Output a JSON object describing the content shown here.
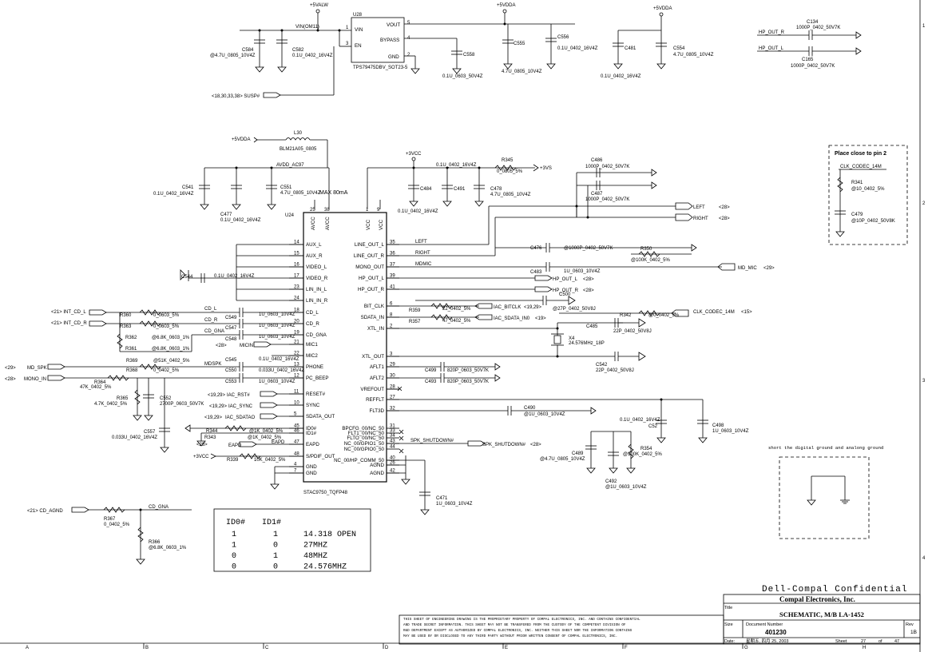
{
  "regulator": {
    "ref": "U28",
    "part": "TPS79475DBV_SOT23-5",
    "pins": [
      "VIN",
      "EN",
      "VOUT",
      "BYPASS",
      "GND"
    ],
    "pin_numbers": [
      "1",
      "3",
      "5",
      "4",
      "2"
    ],
    "vin_net": "+5VALW",
    "vin_label": "VIN(OM11)",
    "vout_net": "+5VDDA",
    "susp_label": "<18,30,33,38>  SUSP#"
  },
  "top_caps": [
    {
      "ref": "C584",
      "value": "@4.7U_0805_10V4Z"
    },
    {
      "ref": "C582",
      "value": "0.1U_0402_16V4Z"
    },
    {
      "ref": "C558",
      "value": "0.1U_0603_50V4Z"
    },
    {
      "ref": "C555",
      "value": "4.7U_0805_10V4Z"
    },
    {
      "ref": "C556",
      "value": "0.1U_0402_16V4Z"
    },
    {
      "ref": "C481",
      "value": "0.1U_0402_16V4Z"
    },
    {
      "ref": "C554",
      "value": "4.7U_0805_10V4Z"
    }
  ],
  "hp_caps": [
    {
      "net": "HP_OUT_R",
      "ref": "C134",
      "value": "1000P_0402_50V7K"
    },
    {
      "net": "HP_OUT_L",
      "ref": "C165",
      "value": "1000P_0402_50V7K"
    }
  ],
  "filter": {
    "net_in": "+5VDDA",
    "ref": "L30",
    "part": "BLM21A05_0805",
    "net_out": "AVDD_AC97",
    "c541": "C541",
    "c541_val": "0.1U_0402_16V4Z",
    "c477": "C477",
    "c477_val": "0.1U_0402_16V4Z",
    "c551": "C551",
    "c551_val": "4.7U_0805_10V4Z",
    "max_note": "MAX 80mA"
  },
  "vcc_block": {
    "net": "+3VCC",
    "r345": "R345",
    "r345_val": "0_0805_5%",
    "net_out": "+3VS",
    "c_top_val": "0.1U_0402_16V4Z",
    "c484": "C484",
    "c491": "C491",
    "c478": "C478",
    "c478_val": "4.7U_0805_10V4Z",
    "c_bot_val": "0.1U_0402_16V4Z",
    "c486": "C486",
    "c486_val": "1000P_0402_50V7K",
    "c487": "C487",
    "c487_val": "1000P_0402_50V7K"
  },
  "codec": {
    "ref": "U24",
    "part": "STAC9750_TQFP48",
    "top_pins": [
      "AVCC",
      "AVCC",
      "VCC",
      "VCC"
    ],
    "top_pin_numbers": [
      "25",
      "38",
      "1",
      "9"
    ],
    "left_pins": [
      {
        "num": "14",
        "name": "AUX_L"
      },
      {
        "num": "15",
        "name": "AUX_R"
      },
      {
        "num": "16",
        "name": "VIDEO_L"
      },
      {
        "num": "17",
        "name": "VIDEO_R"
      },
      {
        "num": "23",
        "name": "LIN_IN_L"
      },
      {
        "num": "24",
        "name": "LIN_IN_R"
      },
      {
        "num": "18",
        "name": "CD_L"
      },
      {
        "num": "20",
        "name": "CD_R"
      },
      {
        "num": "19",
        "name": "CD_GNA"
      },
      {
        "num": "21",
        "name": "MIC1"
      },
      {
        "num": "22",
        "name": "MIC2"
      },
      {
        "num": "13",
        "name": "PHONE"
      },
      {
        "num": "12",
        "name": "PC_BEEP"
      },
      {
        "num": "11",
        "name": "RESET#"
      },
      {
        "num": "10",
        "name": "SYNC"
      },
      {
        "num": "5",
        "name": "SDATA_OUT"
      },
      {
        "num": "45",
        "name": "ID0#"
      },
      {
        "num": "46",
        "name": "ID1#"
      },
      {
        "num": "47",
        "name": "EAPD"
      },
      {
        "num": "48",
        "name": "S/PDIF_OUT"
      },
      {
        "num": "4",
        "name": "GND"
      },
      {
        "num": "7",
        "name": "GND"
      }
    ],
    "right_pins": [
      {
        "num": "35",
        "name": "LINE_OUT_L"
      },
      {
        "num": "36",
        "name": "LINE_OUT_R"
      },
      {
        "num": "37",
        "name": "MONO_OUT"
      },
      {
        "num": "39",
        "name": "HP_OUT_L"
      },
      {
        "num": "41",
        "name": "HP_OUT_R"
      },
      {
        "num": "6",
        "name": "BIT_CLK"
      },
      {
        "num": "8",
        "name": "SDATA_IN"
      },
      {
        "num": "2",
        "name": "XTL_IN"
      },
      {
        "num": "3",
        "name": "XTL_OUT"
      },
      {
        "num": "29",
        "name": "AFLT1"
      },
      {
        "num": "30",
        "name": "AFLT2"
      },
      {
        "num": "28",
        "name": "VREFOUT"
      },
      {
        "num": "27",
        "name": "REFFLT"
      },
      {
        "num": "32",
        "name": "FLT3D"
      },
      {
        "num": "31",
        "name": "BPCFG_00/NC_50"
      },
      {
        "num": "33",
        "name": "FLT1_00/NC_50"
      },
      {
        "num": "34",
        "name": "FLTO_00/NC_50"
      },
      {
        "num": "43",
        "name": "NC_00/GPIO1_50"
      },
      {
        "num": "44",
        "name": "NC_00/GPIO0_50"
      },
      {
        "num": "40",
        "name": "NC_00/HP_COMM_50"
      },
      {
        "num": "26",
        "name": "AGND"
      },
      {
        "num": "42",
        "name": "AGND"
      }
    ]
  },
  "left_nets": {
    "cd_l": "CD_L",
    "cd_r": "CD_R",
    "cd_gna": "CD_GNA",
    "int_cd_l": "<21>  INT_CD_L",
    "int_cd_r": "<21>  INT_CD_R",
    "r360": "R360",
    "r360_val": "0_0603_5%",
    "r363": "R363",
    "r363_val": "0_0603_5%",
    "r362": "R362",
    "r362_val": "@6.8K_0603_1%",
    "r361": "R361",
    "r361_val": "@6.8K_0603_1%",
    "c549": "C549",
    "c549_val": "1U_0603_10V4Z",
    "c547": "C547",
    "c547_val": "1U_0603_10V4Z",
    "c548": "C548",
    "c548_val": "1U_0603_10V4Z",
    "micin": "MICIN",
    "micin_ref": "<28>",
    "c544": "C544",
    "c544_val": "0.1U_0402_16V4Z",
    "r369": "R369",
    "r369_val": "@51K_0402_5%",
    "r368": "R368",
    "r368_val": "0_0402_5%",
    "md_spk": "MD_SPK",
    "md_spk_ref": "<29>",
    "mdspk": "MDSPK",
    "c545": "C545",
    "c545_val": "0.1U_0402_16V4Z",
    "c550": "C550",
    "c550_val": "0.033U_0402_16V4Z",
    "c553": "C553",
    "c553_val": "1U_0603_10V4Z",
    "mono_in": "MONO_IN",
    "mono_in_ref": "<28>",
    "r364": "R364",
    "r364_val": "47K_0402_5%",
    "r365": "R365",
    "r365_val": "4.7K_0402_5%",
    "c552": "C552",
    "c552_val": "2700P_0603_50V7K",
    "c557": "C557",
    "c557_val": "0.033U_0402_16V4Z",
    "iac_rst": "IAC_RST#",
    "iac_rst_ref": "<19,29>",
    "iac_sync": "IAC_SYNC",
    "iac_sync_ref": "<19,29>",
    "iac_sdatao": "IAC_SDATAO",
    "iac_sdatao_ref": "<19,29>",
    "r344": "R344",
    "r344_val": "@1K_0402_5%",
    "r343": "R343",
    "r343_val": "@1K_0402_5%",
    "eapd": "EAPD",
    "eapd_ref": "<28>",
    "vcc3": "+3VCC",
    "r339": "R339",
    "r339_val": "10K_0402_5%"
  },
  "right_nets": {
    "left": "LEFT",
    "right": "RIGHT",
    "mdmic": "MDMIC",
    "left_out": "LEFT",
    "left_ref": "<28>",
    "right_out": "RIGHT",
    "right_ref": "<28>",
    "c476": "C476",
    "c476_val": "@1000P_0402_50V7K",
    "r350": "R350",
    "r350_val": "@100K_0402_5%",
    "c483": "C483",
    "c483_val": "1U_0603_10V4Z",
    "md_mic": "MD_MIC",
    "md_mic_ref": "<29>",
    "hp_l": "HP_OUT_L",
    "hp_l_ref": "<28>",
    "hp_r": "HP_OUT_R",
    "hp_r_ref": "<28>",
    "r359": "R359",
    "r359_val": "22_0402_5%",
    "iac_bitclk": "IAC_BITCLK",
    "iac_bitclk_ref": "<19,29>",
    "r357": "R357",
    "r357_val": "47_0402_5%",
    "iac_sdin": "IAC_SDATA_IN0",
    "iac_sdin_ref": "<19>",
    "c500": "C500",
    "c500_val": "@27P_0402_50V8J",
    "r342": "R342",
    "r342_val": "@0_0402_5%",
    "clk_codec": "CLK_CODEC_14M",
    "clk_codec_ref": "<15>",
    "c485": "C485",
    "c485_val": "22P_0402_50V8J",
    "x4": "X4",
    "x4_val": "24.576MHz_18P",
    "c542": "C542",
    "c542_val": "22P_0402_50V8J",
    "c499": "C499",
    "c499_val": "820P_0603_50V7K",
    "c493": "C493",
    "c493_val": "820P_0603_50V7K",
    "c490": "C490",
    "c490_val": "@1U_0603_10V4Z",
    "c52x": "C52",
    "c52x_val": "0.1U_0402_16V4Z",
    "c498": "C498",
    "c498_val": "1U_0603_10V4Z",
    "spk_shutdown": "SPK_SHUTDOWN#",
    "spk_shutdown_out": "SPK_SHUTDOWN#",
    "spk_ref": "<28>",
    "c489": "C489",
    "c489_val": "@4.7U_0805_10V4Z",
    "c492": "C492",
    "c492_val": "@1U_0603_10V4Z",
    "r354": "R354",
    "r354_val": "@100K_0402_5%",
    "c471": "C471",
    "c471_val": "1U_0603_10V4Z"
  },
  "clk_box": {
    "title": "Place close to pin 2",
    "net": "CLK_CODEC_14M",
    "r341": "R341",
    "r341_val": "@10_0402_5%",
    "c479": "C479",
    "c479_val": "@10P_0402_50V8K"
  },
  "ground_note": "short the digital ground and analong ground",
  "cd_agnd": {
    "net_in": "<21>  CD_AGND",
    "net_out": "CD_GNA",
    "r367": "R367",
    "r367_val": "0_0402_5%",
    "r366": "R366",
    "r366_val": "@6.8K_0603_1%"
  },
  "id_table": {
    "headers": [
      "ID0#",
      "ID1#"
    ],
    "rows": [
      [
        "1",
        "1",
        "14.318 OPEN"
      ],
      [
        "1",
        "0",
        "27MHZ"
      ],
      [
        "0",
        "1",
        "48MHZ"
      ],
      [
        "0",
        "0",
        "24.576MHZ"
      ]
    ]
  },
  "title_block": {
    "confidential": "Dell-Compal Confidential",
    "company": "Compal Electronics, Inc.",
    "title_label": "Title",
    "title": "SCHEMATIC, M/B LA-1452",
    "size_label": "Size",
    "docnum_label": "Document Number",
    "docnum": "401230",
    "rev_label": "Rev",
    "rev": "1B",
    "date_label": "Date:",
    "date": "星期五, 四月 25, 2003",
    "sheet_label": "Sheet",
    "sheet": "27",
    "of_label": "of",
    "total": "47",
    "notice": [
      "THIS SHEET OF ENGINEERING DRAWING IS THE PROPRIETARY PROPERTY OF COMPAL ELECTRONICS, INC. AND CONTAINS CONFIDENTIAL",
      "AND TRADE SECRET INFORMATION. THIS SHEET MAY NOT BE TRANSFERED FROM THE CUSTODY OF THE COMPETENT DIVISION OF",
      "R&D DEPARTMENT EXCEPT AS AUTHORIZED BY COMPAL ELECTRONICS, INC. NEITHER THIS SHEET NOR THE INFORMATION CONTAINS",
      "MAY BE USED BY OR  DISCLOSED TO ANY THIRD PARTY WITHOUT PRIOR WRITTEN CONSENT OF COMPAL ELECTRONICS, INC."
    ]
  },
  "border": {
    "cols": [
      "A",
      "B",
      "C",
      "D",
      "E",
      "F",
      "G",
      "H"
    ],
    "rows": [
      "1",
      "2",
      "3",
      "4"
    ]
  }
}
